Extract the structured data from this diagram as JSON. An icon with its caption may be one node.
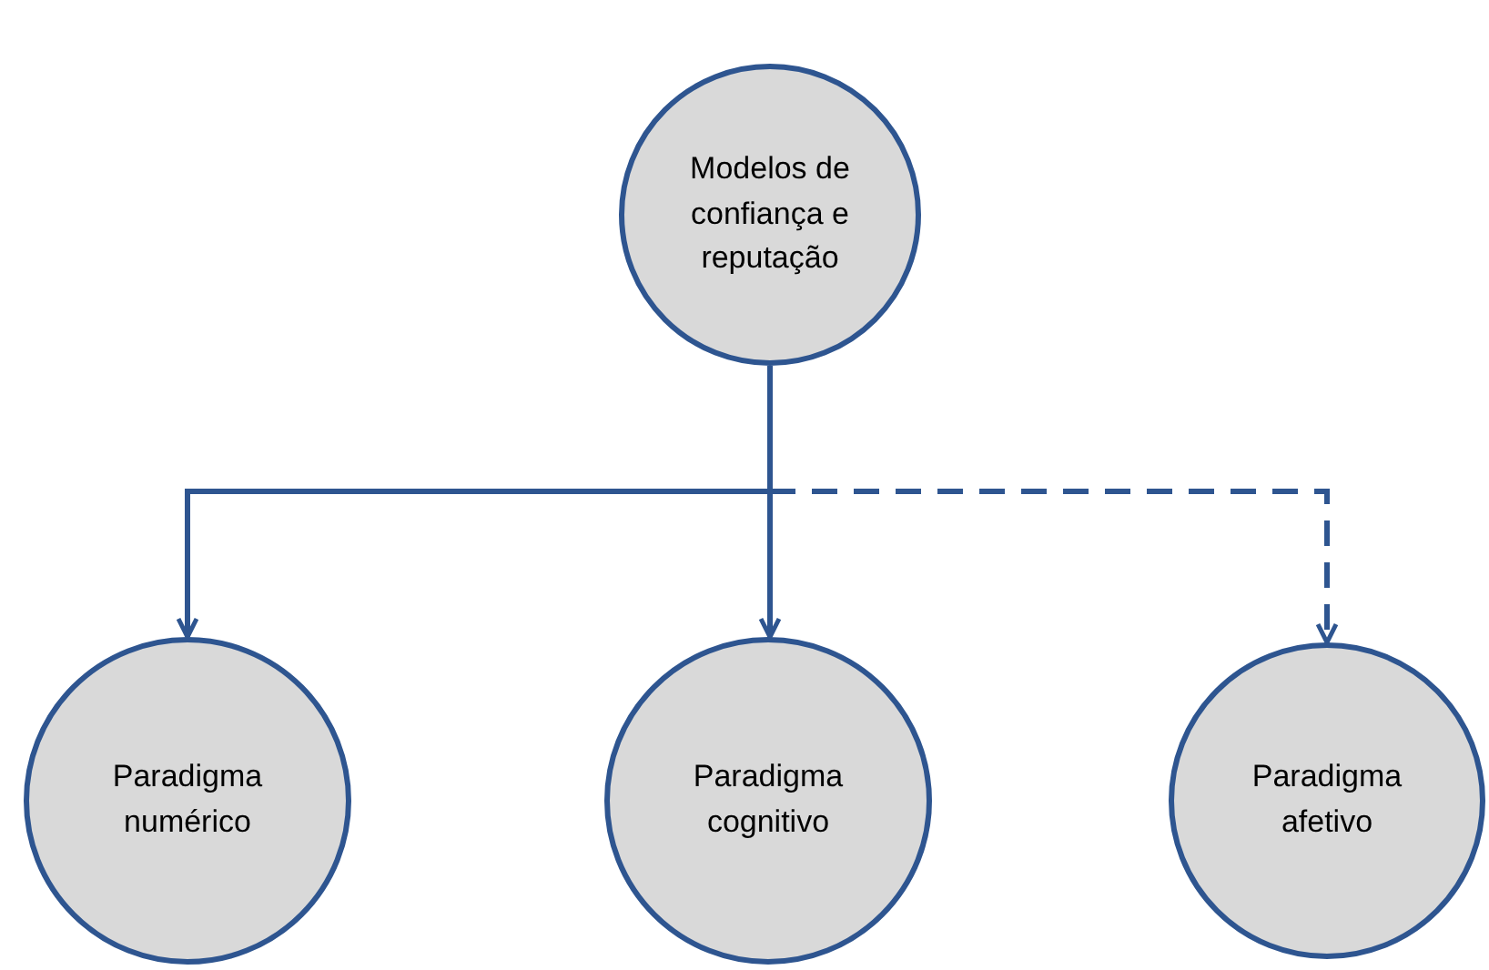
{
  "diagram": {
    "nodes": [
      {
        "text": [
          "Modelos de confiança e reputação"
        ]
      },
      {
        "text": [
          "Paradigma numérico"
        ]
      },
      {
        "text": [
          "Paradigma cognitivo"
        ]
      },
      {
        "text": [
          "Paradigma afetivo"
        ]
      }
    ],
    "edges": [
      {
        "from": 0,
        "to": 1,
        "arrow": "to"
      },
      {
        "from": 0,
        "to": 2,
        "arrow": "to"
      },
      {
        "from": 0,
        "to": 3,
        "arrow": "to",
        "style": "dashed"
      }
    ]
  }
}
